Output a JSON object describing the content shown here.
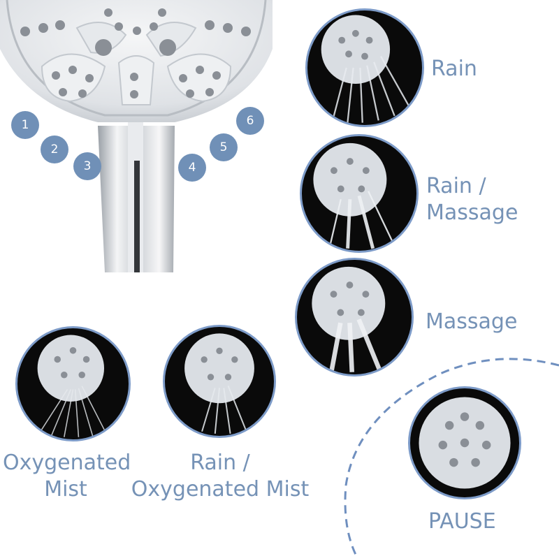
{
  "badges": [
    "1",
    "2",
    "3",
    "4",
    "5",
    "6"
  ],
  "modes": {
    "rain": {
      "line1": "Rain"
    },
    "rain_massage": {
      "line1": "Rain /",
      "line2": "Massage"
    },
    "massage": {
      "line1": "Massage"
    },
    "oxygenated_mist": {
      "line1": "Oxygenated",
      "line2": "Mist"
    },
    "rain_oxygenated_mist": {
      "line1": "Rain /",
      "line2": "Oxygenated Mist"
    },
    "pause": {
      "line1": "PAUSE"
    }
  },
  "colors": {
    "label": "#7592b6",
    "badge": "#7090b7",
    "thumb_border": "#7d9bc8",
    "chrome": "#d9dde2",
    "nozzle": "#8a8f96"
  }
}
